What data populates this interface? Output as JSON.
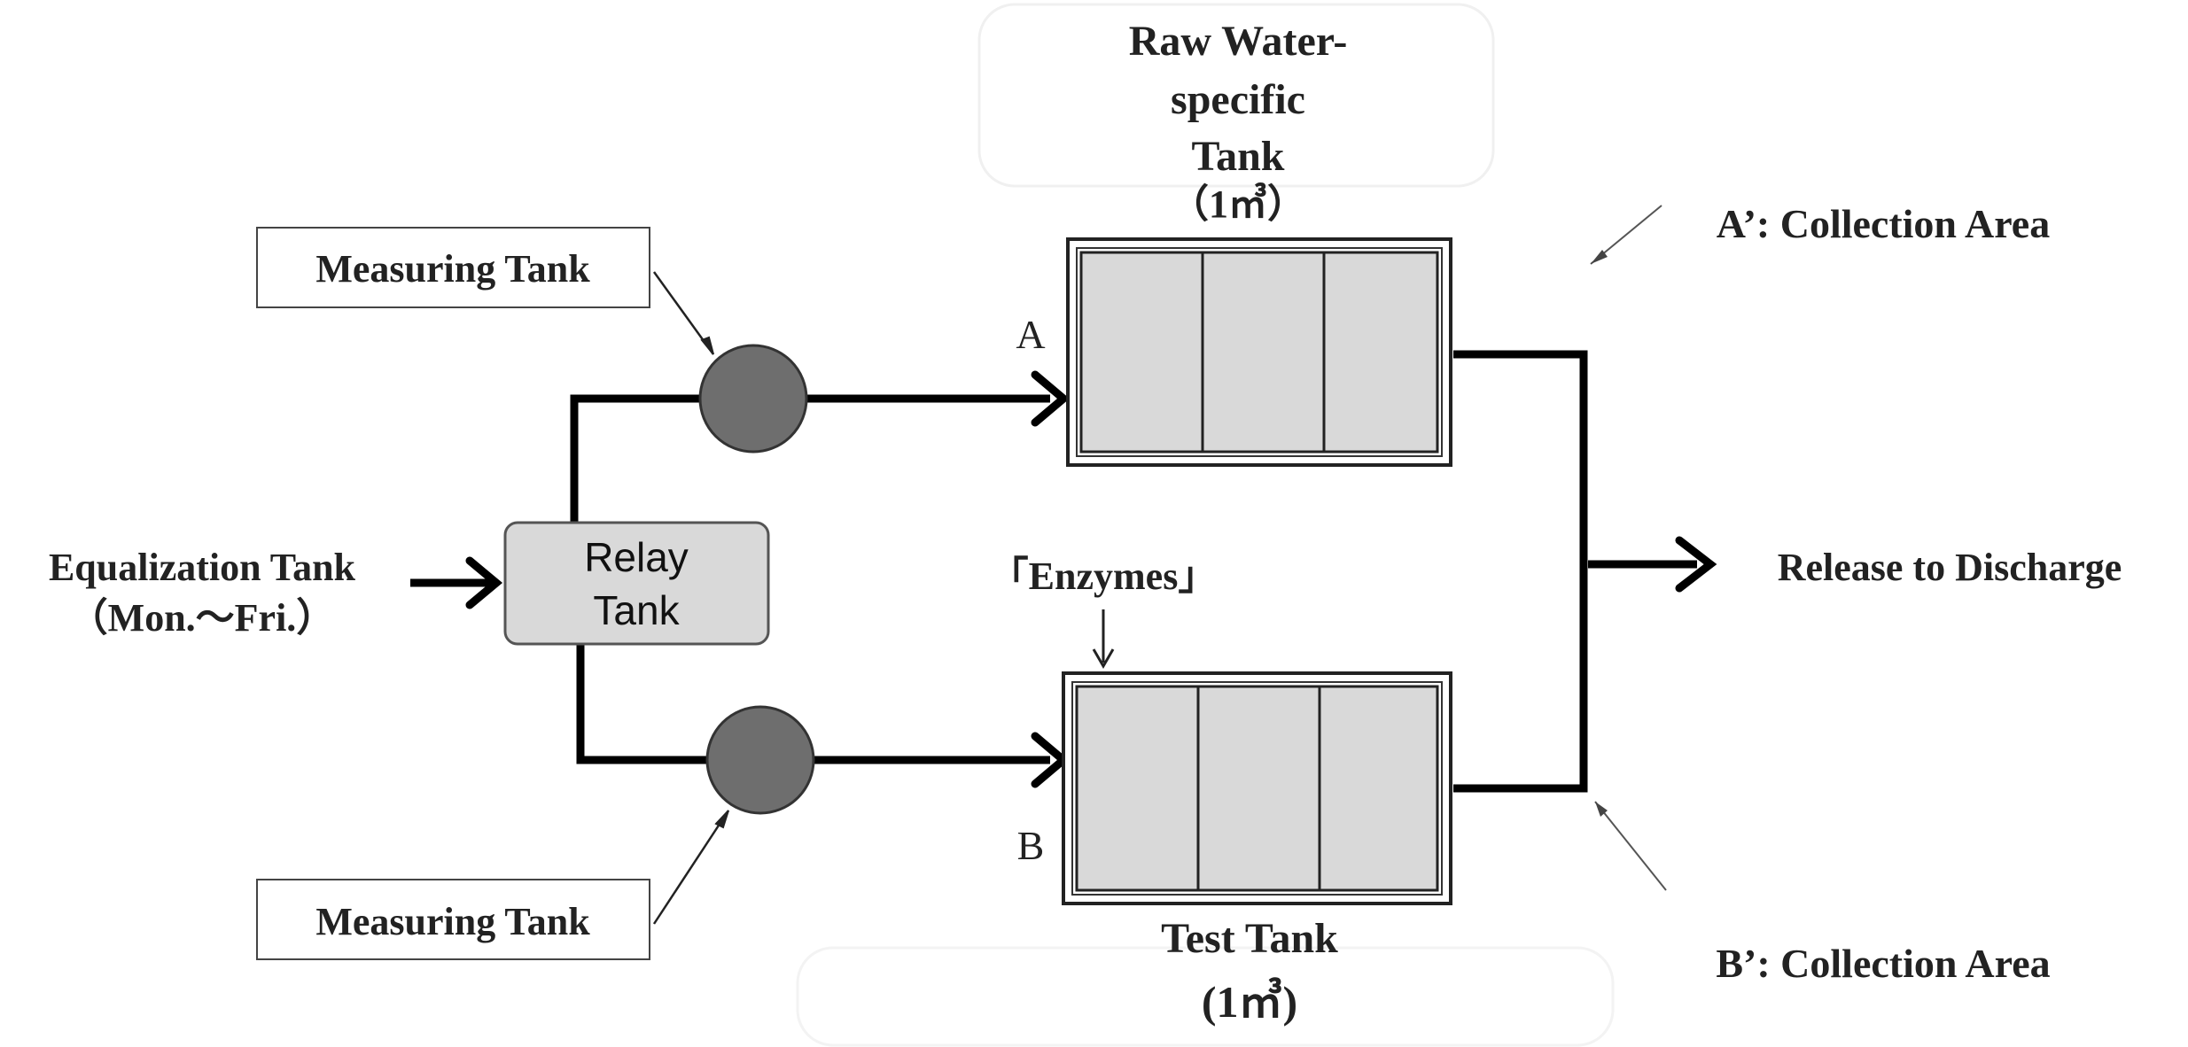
{
  "diagram": {
    "source_label_line1": "Equalization Tank",
    "source_label_line2": "（Mon.～Fri.）",
    "relay_tank_line1": "Relay",
    "relay_tank_line2": "Tank",
    "measuring_tank_top": "Measuring Tank",
    "measuring_tank_bottom": "Measuring Tank",
    "raw_tank_line1": "Raw Water-",
    "raw_tank_line2": "specific",
    "raw_tank_line3": "Tank",
    "raw_tank_volume": "（1㎥）",
    "test_tank_line1": "Test Tank",
    "test_tank_volume": "(1㎥)",
    "enzymes_label": "「Enzymes」",
    "inlet_a": "A",
    "inlet_b": "B",
    "collection_a": "A’: Collection Area",
    "collection_b": "B’: Collection Area",
    "release_label": "Release to Discharge"
  }
}
